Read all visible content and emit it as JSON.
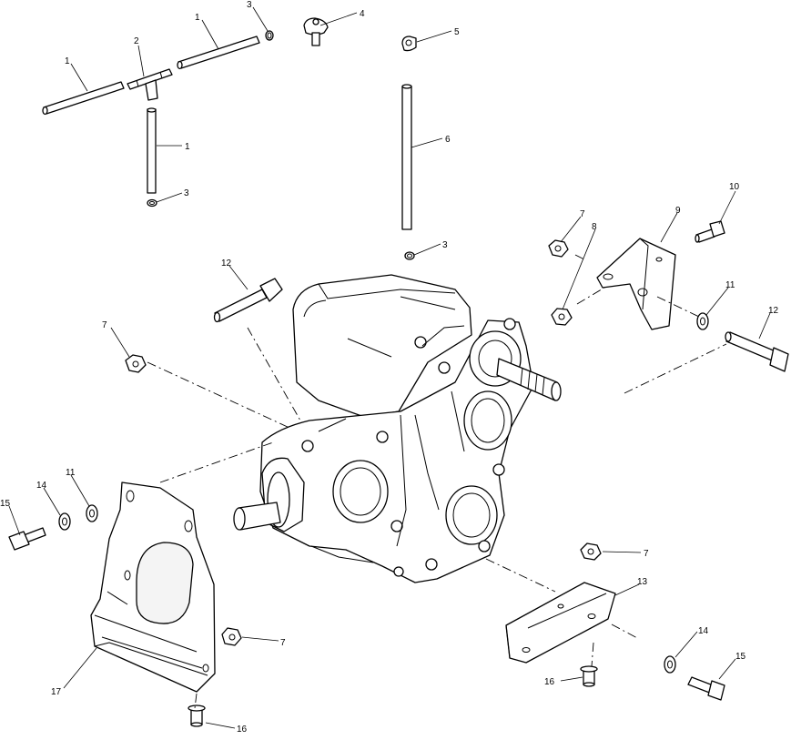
{
  "callouts": {
    "c1a": "1",
    "c1b": "1",
    "c1c": "1",
    "c2": "2",
    "c3a": "3",
    "c3b": "3",
    "c3c": "3",
    "c4": "4",
    "c5": "5",
    "c6": "6",
    "c7a": "7",
    "c7b": "7",
    "c7c": "7",
    "c7d": "7",
    "c8": "8",
    "c9": "9",
    "c10": "10",
    "c11a": "11",
    "c11b": "11",
    "c12a": "12",
    "c12b": "12",
    "c13": "13",
    "c14a": "14",
    "c14b": "14",
    "c15a": "15",
    "c15b": "15",
    "c16a": "16",
    "c16b": "16",
    "c17": "17"
  }
}
